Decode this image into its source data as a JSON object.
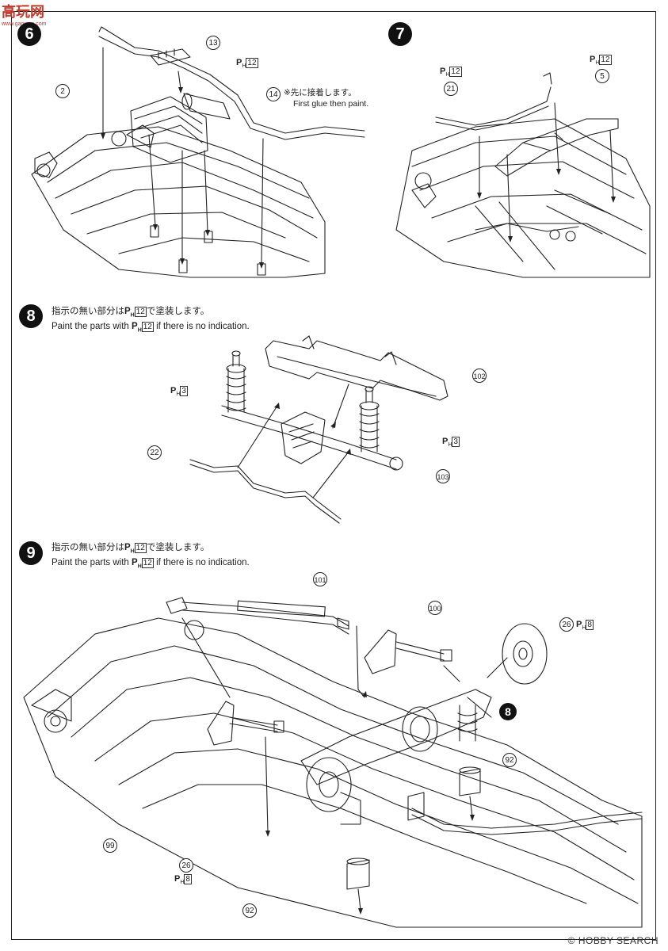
{
  "watermark_top": {
    "text": "高玩网",
    "sub": "www.gaowan.com"
  },
  "watermark_bottom": {
    "text": "© HOBBY SEARCH"
  },
  "steps": {
    "s6": {
      "number": "6"
    },
    "s7": {
      "number": "7"
    },
    "s8": {
      "number": "8",
      "note_jp": "指示の無い部分は",
      "note_jp_end": "で塗装します。",
      "note_en_start": "Paint the parts with",
      "note_en_end": "if there is no indication."
    },
    "s9": {
      "number": "9",
      "note_jp": "指示の無い部分は",
      "note_jp_end": "で塗装します。",
      "note_en_start": "Paint the parts with",
      "note_en_end": "if there is no indication."
    }
  },
  "paint": {
    "ph_prefix": "P",
    "ph_sub": "H",
    "ph12": "12",
    "ph3": "3",
    "ph8": "8"
  },
  "callouts": {
    "c13": "13",
    "c2": "2",
    "c14": "14",
    "c21": "21",
    "c5": "5",
    "c102": "102",
    "c22": "22",
    "c103": "103",
    "c101": "101",
    "c100": "100",
    "c26a": "26",
    "c26b": "26",
    "c92a": "92",
    "c92b": "92",
    "c99": "99",
    "ref8": "8"
  },
  "glue_note": {
    "jp": "※先に接着します。",
    "en": "First glue then paint."
  }
}
